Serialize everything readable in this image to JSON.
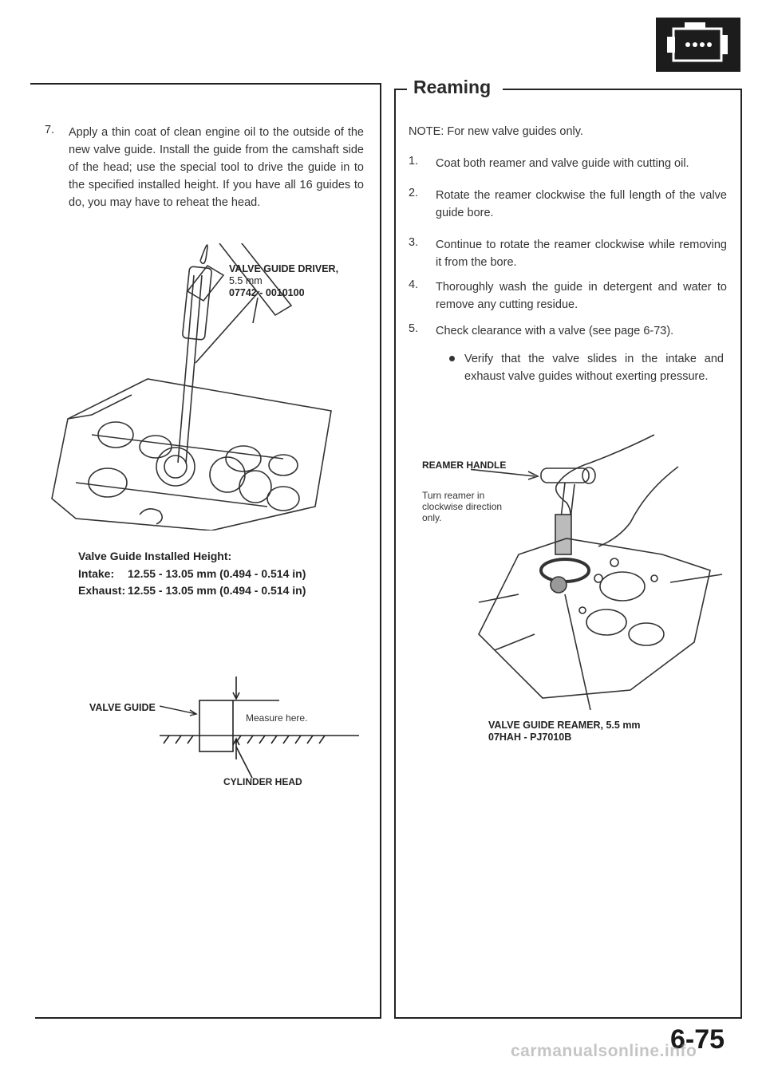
{
  "left": {
    "step7": {
      "num": "7.",
      "text": "Apply a thin coat of clean engine oil to the outside of the new valve guide. Install the guide from the camshaft side of the head; use the special tool to drive the guide in to the specified installed height. If you have all 16 guides to do, you may have to reheat the head."
    },
    "driver_label": {
      "line1": "VALVE GUIDE DRIVER,",
      "line2": "5.5 mm",
      "line3": "07742 - 0010100"
    },
    "spec": {
      "title": "Valve Guide Installed Height:",
      "intake_label": "Intake:",
      "intake_value": "12.55 - 13.05 mm (0.494 - 0.514 in)",
      "exhaust_label": "Exhaust:",
      "exhaust_value": "12.55 - 13.05 mm (0.494 - 0.514 in)"
    },
    "diagram": {
      "valve_guide": "VALVE GUIDE",
      "measure": "Measure here.",
      "cylinder_head": "CYLINDER HEAD"
    }
  },
  "right": {
    "title": "Reaming",
    "note": "NOTE: For new valve guides only.",
    "steps": [
      {
        "num": "1.",
        "text": "Coat both reamer and valve guide with cutting oil."
      },
      {
        "num": "2.",
        "text": "Rotate the reamer clockwise the full length of the valve guide bore."
      },
      {
        "num": "3.",
        "text": "Continue to rotate the reamer clockwise while removing it from the bore."
      },
      {
        "num": "4.",
        "text": "Thoroughly wash the guide in detergent and water to remove any cutting residue."
      },
      {
        "num": "5.",
        "text": "Check clearance with a valve (see page 6-73)."
      }
    ],
    "bullet": "Verify that the valve slides in the intake and exhaust valve guides without exerting pressure.",
    "reamer_handle": "REAMER HANDLE",
    "turn_note": "Turn reamer in clockwise direction only.",
    "reamer_label": {
      "line1": "VALVE GUIDE REAMER, 5.5 mm",
      "line2": "07HAH - PJ7010B"
    }
  },
  "page_number": "6-75",
  "watermark": "carmanualsonline.info",
  "section_icon": "engine-icon"
}
